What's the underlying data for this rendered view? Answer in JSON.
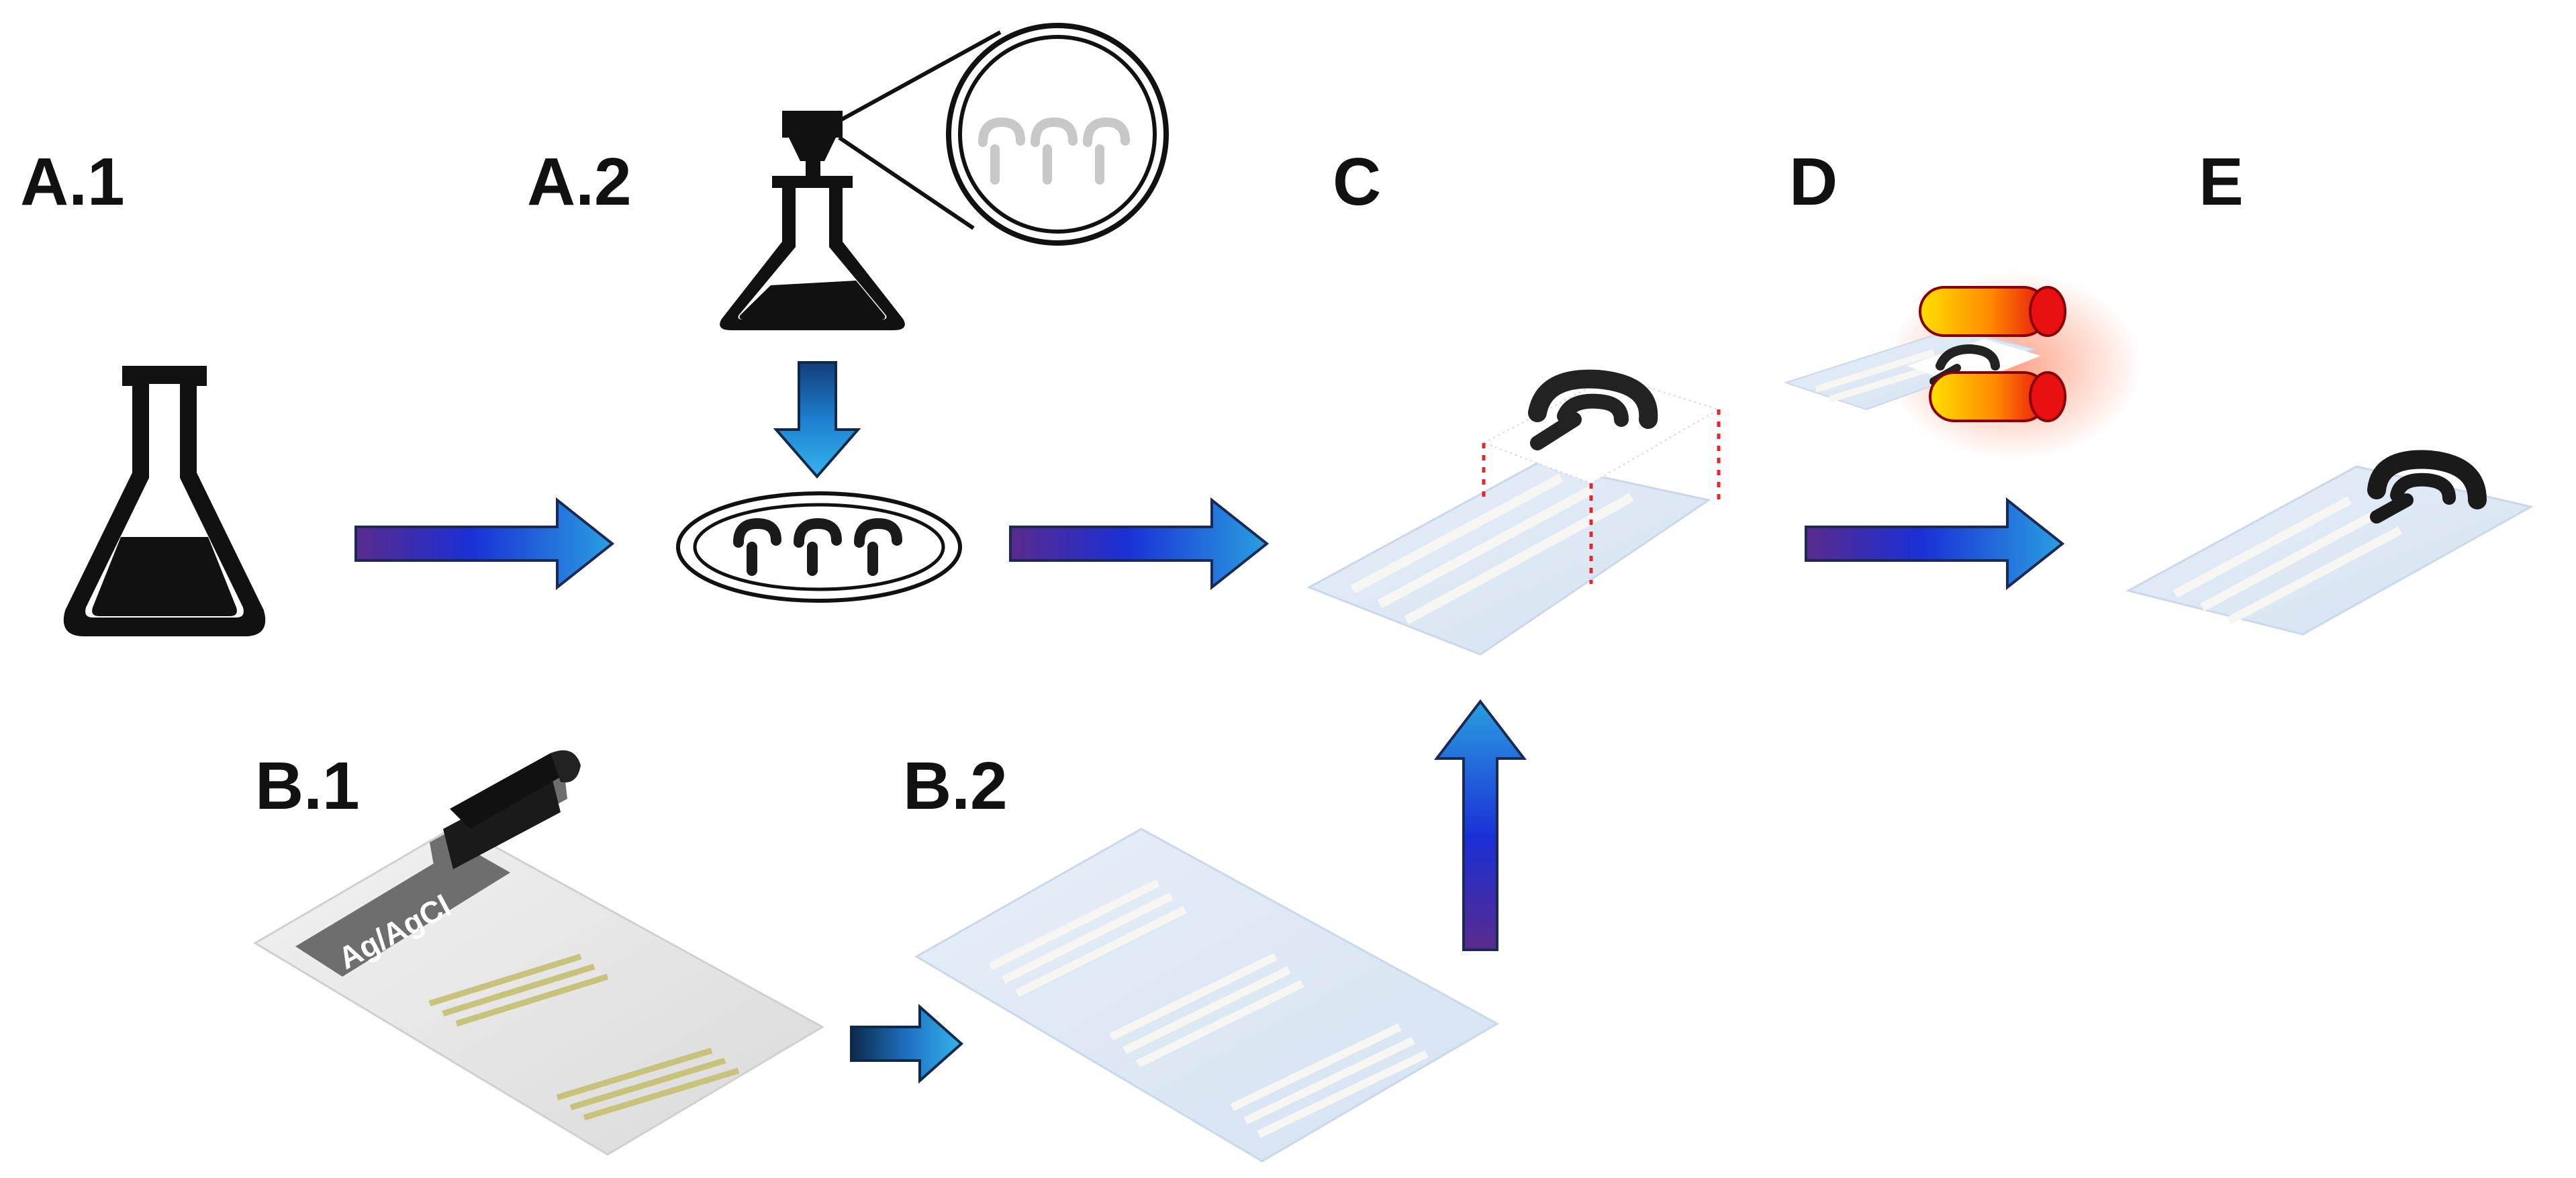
{
  "labels": {
    "a1": "A.1",
    "a2": "A.2",
    "b1": "B.1",
    "b2": "B.2",
    "c": "C",
    "d": "D",
    "e": "E"
  },
  "ink_label": "Ag/AgCl",
  "colors": {
    "arrow_start": "#5a2a8c",
    "arrow_mid": "#1a2fd6",
    "arrow_end": "#2a9fe0",
    "paper": "#dfe9f5",
    "paper_edge": "#c9d8ea",
    "ink_black": "#1a1a1a",
    "electrode_stripe": "#f4f4f0",
    "printed_stripe": "#c9c27a",
    "roller_hot": "#e81010",
    "roller_warm": "#ffd000",
    "guide_line": "#e8252b"
  },
  "icons": [
    "flask-icon",
    "filter-flask-icon",
    "magnifier-icon",
    "petri-dish-icon",
    "squeegee-icon",
    "hot-roller-icon"
  ]
}
